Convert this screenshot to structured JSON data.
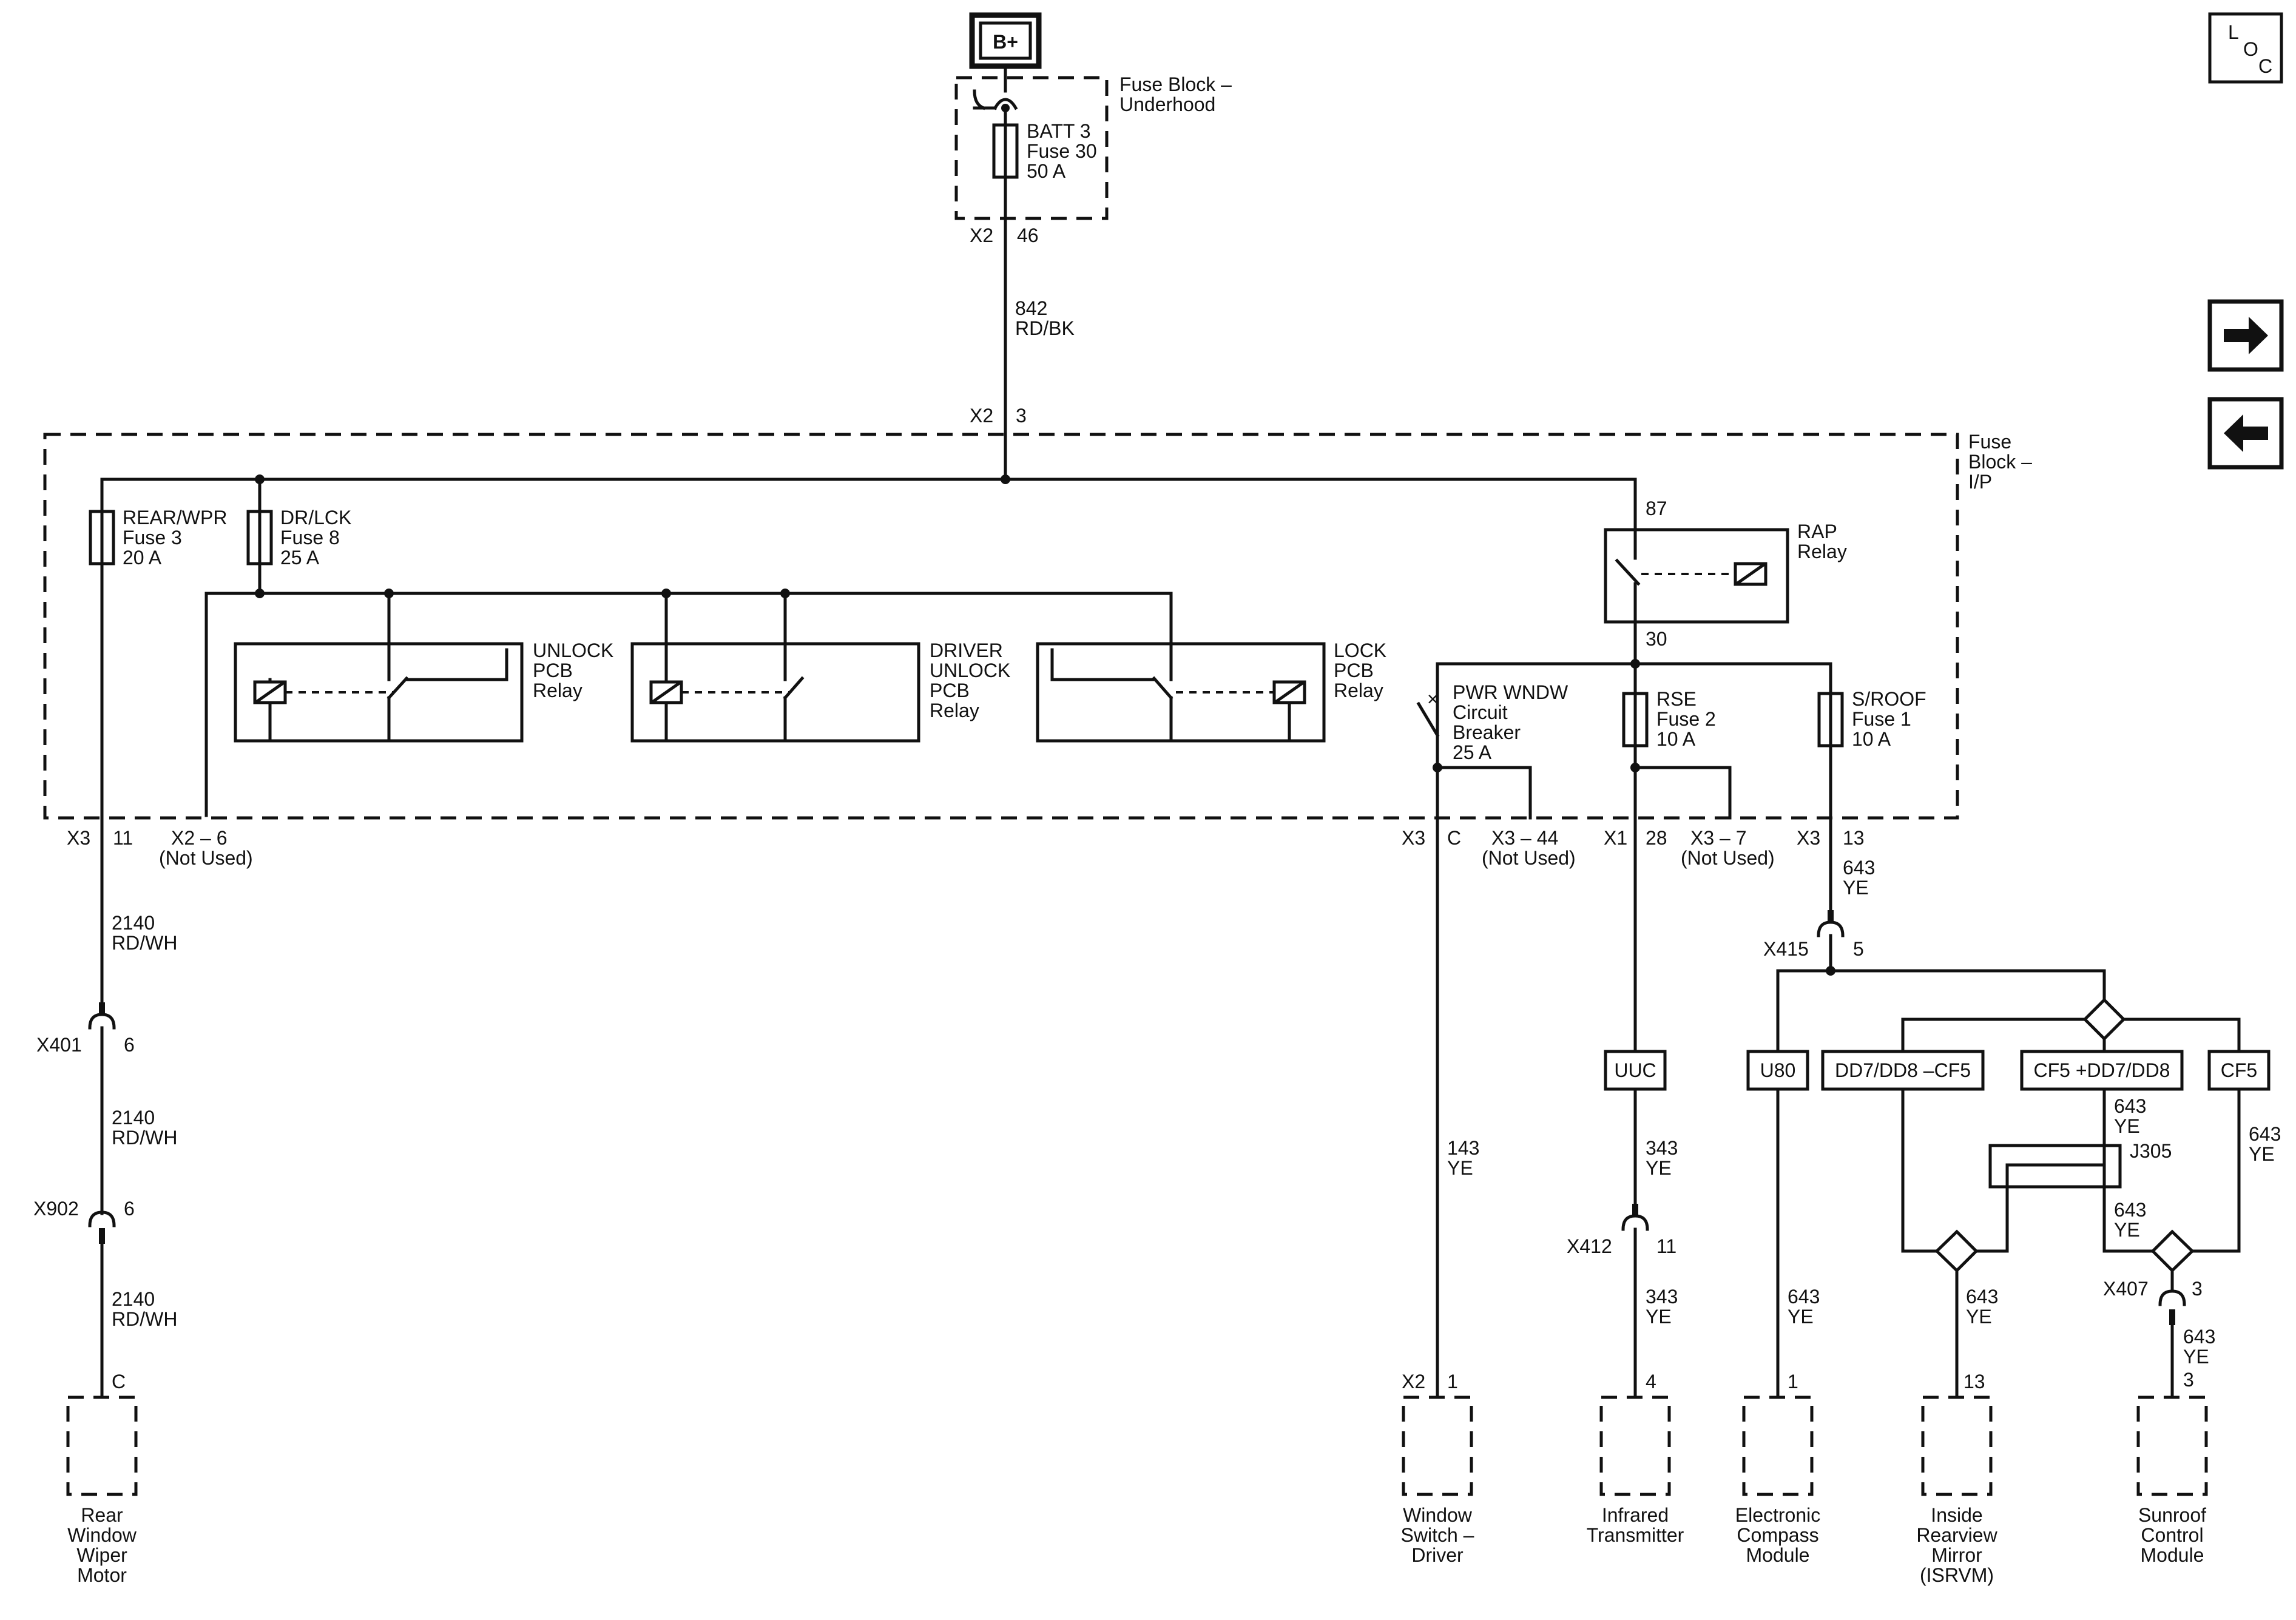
{
  "power": {
    "label": "B+"
  },
  "loc_icon": {
    "l": "L",
    "o": "O",
    "c": "C"
  },
  "fuse_block_underhood": {
    "title1": "Fuse Block –",
    "title2": "Underhood"
  },
  "batt3": {
    "l1": "BATT 3",
    "l2": "Fuse 30",
    "l3": "50 A"
  },
  "conn_x2_46": {
    "conn": "X2",
    "pin": "46"
  },
  "wire_842": {
    "num": "842",
    "color": "RD/BK"
  },
  "conn_x2_3": {
    "conn": "X2",
    "pin": "3"
  },
  "fuse_block_ip": {
    "l1": "Fuse",
    "l2": "Block –",
    "l3": "I/P"
  },
  "rear_wpr": {
    "l1": "REAR/WPR",
    "l2": "Fuse 3",
    "l3": "20 A"
  },
  "dr_lck": {
    "l1": "DR/LCK",
    "l2": "Fuse 8",
    "l3": "25 A"
  },
  "rap_relay": {
    "pin87": "87",
    "l1": "RAP",
    "l2": "Relay",
    "pin30": "30"
  },
  "unlock_relay": {
    "l1": "UNLOCK",
    "l2": "PCB",
    "l3": "Relay"
  },
  "driver_unlock_relay": {
    "l1": "DRIVER",
    "l2": "UNLOCK",
    "l3": "PCB",
    "l4": "Relay"
  },
  "lock_relay": {
    "l1": "LOCK",
    "l2": "PCB",
    "l3": "Relay"
  },
  "pwr_wndw": {
    "l1": "PWR WNDW",
    "l2": "Circuit",
    "l3": "Breaker",
    "l4": "25 A"
  },
  "rse": {
    "l1": "RSE",
    "l2": "Fuse 2",
    "l3": "10 A"
  },
  "sroof": {
    "l1": "S/ROOF",
    "l2": "Fuse 1",
    "l3": "10 A"
  },
  "conn_x3_11": {
    "conn": "X3",
    "pin": "11"
  },
  "conn_x2_6": {
    "l1": "X2 – 6",
    "l2": "(Not Used)"
  },
  "conn_x3_c": {
    "conn": "X3",
    "pin": "C"
  },
  "conn_x3_44": {
    "l1": "X3 – 44",
    "l2": "(Not Used)"
  },
  "conn_x1_28": {
    "conn": "X1",
    "pin": "28"
  },
  "conn_x3_7": {
    "l1": "X3 – 7",
    "l2": "(Not Used)"
  },
  "conn_x3_13": {
    "conn": "X3",
    "pin": "13"
  },
  "wire_2140_a": {
    "num": "2140",
    "color": "RD/WH"
  },
  "wire_2140_b": {
    "num": "2140",
    "color": "RD/WH"
  },
  "wire_2140_c": {
    "num": "2140",
    "color": "RD/WH"
  },
  "x401": {
    "conn": "X401",
    "pin": "6"
  },
  "x902": {
    "conn": "X902",
    "pin": "6"
  },
  "wiper_pin": {
    "pin": "C"
  },
  "wire_643_top": {
    "num": "643",
    "color": "YE"
  },
  "x415": {
    "conn": "X415",
    "pin": "5"
  },
  "options": {
    "uuc": "UUC",
    "u80": "U80",
    "dd7_minus": "DD7/DD8 –CF5",
    "cf5_plus": "CF5 +DD7/DD8",
    "cf5": "CF5"
  },
  "wire_143": {
    "num": "143",
    "color": "YE"
  },
  "wire_343_a": {
    "num": "343",
    "color": "YE"
  },
  "x412": {
    "conn": "X412",
    "pin": "11"
  },
  "wire_343_b": {
    "num": "343",
    "color": "YE"
  },
  "wire_643_u80": {
    "num": "643",
    "color": "YE"
  },
  "wire_643_cf5p": {
    "num": "643",
    "color": "YE"
  },
  "j305": {
    "label": "J305"
  },
  "wire_643_j305b": {
    "num": "643",
    "color": "YE"
  },
  "wire_643_cf5": {
    "num": "643",
    "color": "YE"
  },
  "wire_643_mirror": {
    "num": "643",
    "color": "YE"
  },
  "x407": {
    "conn": "X407",
    "pin": "3"
  },
  "wire_643_sunroof": {
    "num": "643",
    "color": "YE",
    "pin": "3"
  },
  "pins": {
    "window_conn": "X2",
    "window_pin": "1",
    "ir_pin": "4",
    "compass_pin": "1",
    "mirror_pin": "13"
  },
  "modules": {
    "wiper": [
      "Rear",
      "Window",
      "Wiper",
      "Motor"
    ],
    "window": [
      "Window",
      "Switch –",
      "Driver"
    ],
    "infrared": [
      "Infrared",
      "Transmitter"
    ],
    "compass": [
      "Electronic",
      "Compass",
      "Module"
    ],
    "mirror": [
      "Inside",
      "Rearview",
      "Mirror",
      "(ISRVM)"
    ],
    "sunroof": [
      "Sunroof",
      "Control",
      "Module"
    ]
  }
}
